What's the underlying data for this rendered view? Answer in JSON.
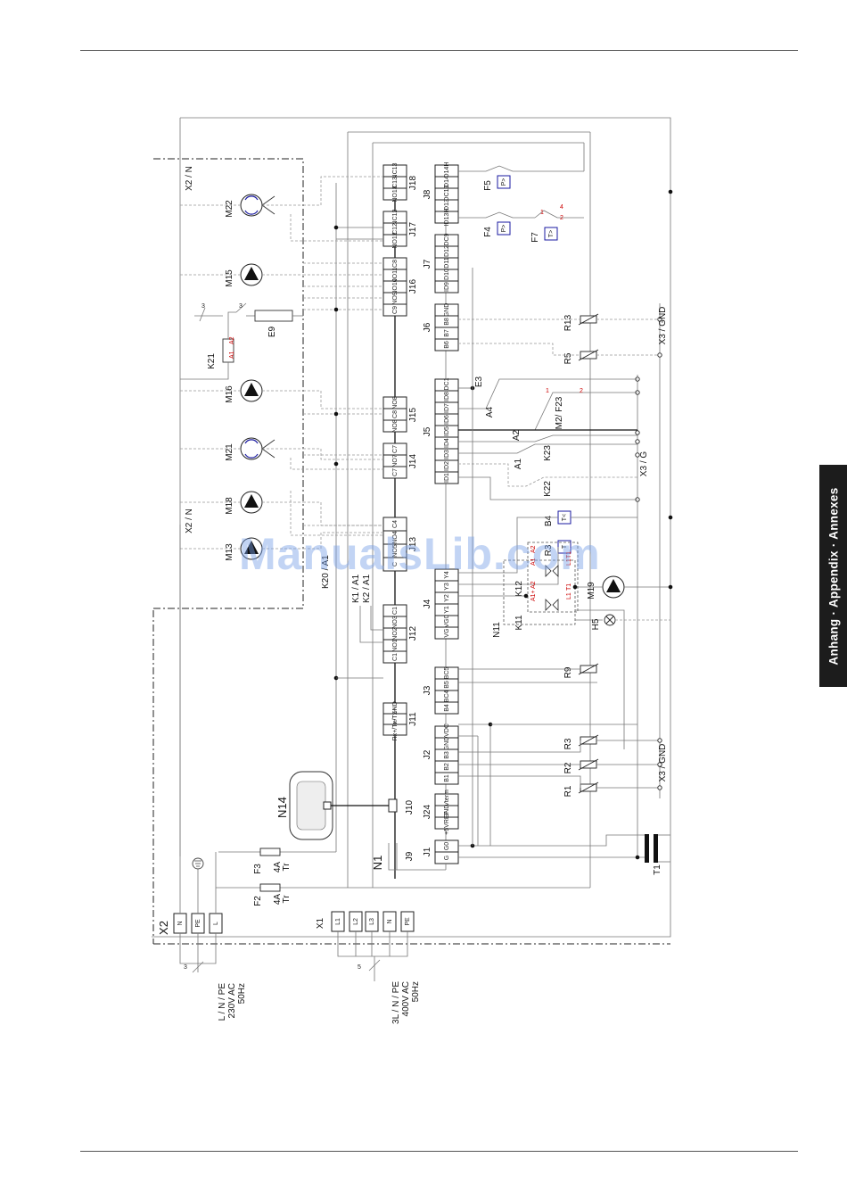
{
  "side_tab": {
    "label": "Anhang · Appendix · Annexes"
  },
  "watermark": "ManualsLib.com",
  "pumps": [
    {
      "id": "M22",
      "type": "mixer"
    },
    {
      "id": "M15",
      "type": "pump"
    },
    {
      "id": "M16",
      "type": "pump"
    },
    {
      "id": "M21",
      "type": "mixer"
    },
    {
      "id": "M18",
      "type": "pump"
    },
    {
      "id": "M13",
      "type": "pump"
    },
    {
      "id": "M19",
      "type": "pump"
    }
  ],
  "relay_connectors": [
    "J18",
    "J17",
    "J16",
    "J15",
    "J14",
    "J13",
    "J12",
    "J11",
    "J10",
    "J9"
  ],
  "io_connectors": [
    "J8",
    "J7",
    "J6",
    "J5",
    "J4",
    "J3",
    "J2",
    "J24",
    "J1"
  ],
  "j18_pins": [
    "NC13",
    "C13",
    "NO13"
  ],
  "j17_pins": [
    "NC12",
    "C12",
    "NO12"
  ],
  "j16_pins": [
    "C8",
    "NO11",
    "NO10",
    "NO9",
    "C9"
  ],
  "j15_pins": [
    "NO8",
    "C8",
    "NO8"
  ],
  "j14_pins": [
    "C7",
    "NO7",
    "C7"
  ],
  "j13_pins": [
    "C4",
    "NO4",
    "NO5",
    "C"
  ],
  "j12_pins": [
    "C1",
    "NO3",
    "NO2",
    "NO1",
    "C1"
  ],
  "j11_pins": [
    "GND",
    "Rx-/Tx+",
    "Rx+/Tx-"
  ],
  "j8_pins": [
    "ID14H",
    "ID14",
    "IDC13",
    "ID13",
    "ID13H"
  ],
  "j7_pins": [
    "IDC9",
    "ID12",
    "ID11",
    "ID10",
    "ID9"
  ],
  "j6_pins": [
    "GND",
    "B8",
    "B7",
    "B6"
  ],
  "j5_pins": [
    "IDC1",
    "ID8",
    "ID7",
    "ID6",
    "ID5",
    "ID4",
    "ID3",
    "ID2",
    "ID1"
  ],
  "j4_pins": [
    "Y4",
    "Y3",
    "Y2",
    "Y1",
    "VG0",
    "VG"
  ],
  "j3_pins": [
    "BC5",
    "B5",
    "BC4",
    "B4"
  ],
  "j2_pins": [
    "+VDC",
    "GND",
    "B3",
    "B2",
    "B1"
  ],
  "j24_pins": [
    "+Vterm",
    "GND",
    "+5VREF"
  ],
  "j1_pins": [
    "G0",
    "G"
  ],
  "labels": {
    "x2n_top": "X2 / N",
    "x2n_mid": "X2 / N",
    "x3gnd_top": "X3 / GND",
    "x3gnd_bot": "X3 / GND",
    "x3g": "X3 / G",
    "f5": "F5",
    "f4": "F4",
    "f7": "F7",
    "k21": "K21",
    "e9": "E9",
    "e3": "E3",
    "a4": "A4",
    "a2": "A2",
    "a1": "A1",
    "m2f23": "M2/\nF23",
    "k23": "K23",
    "k22": "K22",
    "b4": "B4",
    "r3_top": "R3",
    "k12": "K12",
    "k11": "K11",
    "n11": "N11",
    "h5": "H5",
    "r13": "R13",
    "r5": "R5",
    "r9": "R9",
    "r3": "R3",
    "r2": "R2",
    "r1": "R1",
    "k20a1": "K20 / A1",
    "k1a1": "K1 / A1",
    "k2a1": "K2 / A1",
    "n14": "N14",
    "n1": "N1",
    "f3": "F3",
    "f2": "F2",
    "fuse_rating": "4A",
    "fuse_type": "Tr",
    "t1": "T1",
    "x2": "X2",
    "x1": "X1",
    "wire3": "3",
    "wire5": "5"
  },
  "terminals_x2": [
    "N",
    "PE",
    "L"
  ],
  "terminals_x1": [
    "L1",
    "L2",
    "L3",
    "N",
    "PE"
  ],
  "supply_1": [
    "L / N / PE",
    "230V AC",
    "50Hz"
  ],
  "supply_3": [
    "3L / N / PE",
    "400V AC",
    "50Hz"
  ]
}
